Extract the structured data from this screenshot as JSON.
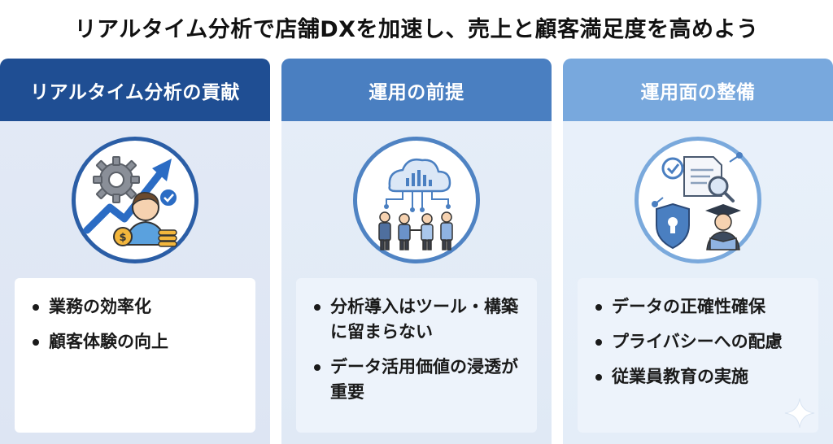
{
  "title": "リアルタイム分析で店舗DXを加速し、売上と顧客満足度を高めよう",
  "columns": [
    {
      "header": "リアルタイム分析の貢献",
      "icon": "growth-chart-person-icon",
      "bullets": [
        "業務の効率化",
        "顧客体験の向上"
      ]
    },
    {
      "header": "運用の前提",
      "icon": "cloud-team-icon",
      "bullets": [
        "分析導入はツール・構築に留まらない",
        "データ活用価値の浸透が重要"
      ]
    },
    {
      "header": "運用面の整備",
      "icon": "security-education-icon",
      "bullets": [
        "データの正確性確保",
        "プライバシーへの配慮",
        "従業員教育の実施"
      ]
    }
  ],
  "colors": {
    "header_1": "#1f4e93",
    "header_2": "#4a7fc1",
    "header_3": "#78a8dd"
  }
}
